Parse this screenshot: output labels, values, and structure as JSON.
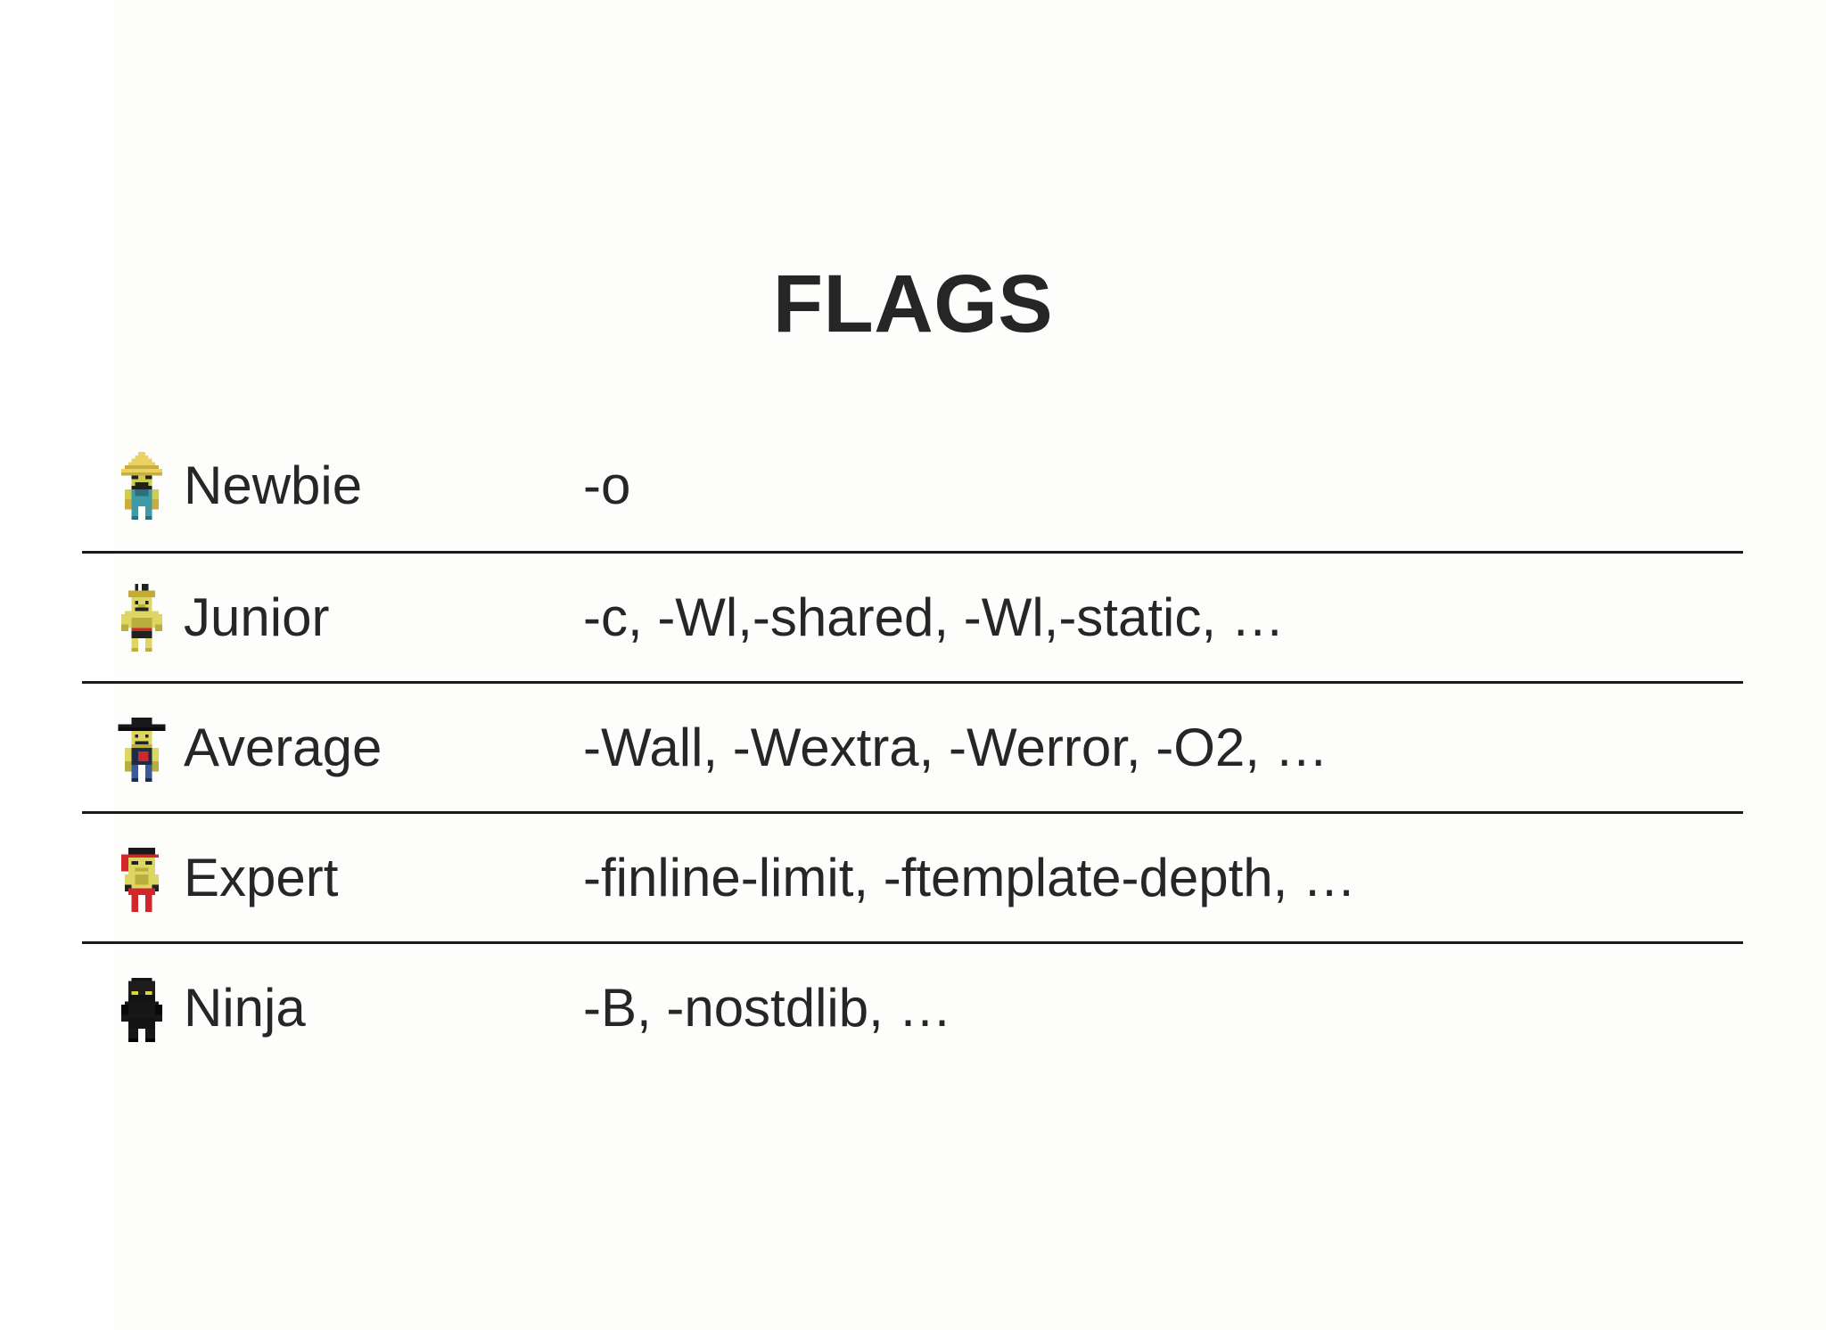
{
  "slide": {
    "title": "FLAGS",
    "background_color": "#ffffff",
    "text_color": "#262626",
    "divider_color": "#1a1a1a"
  },
  "table": {
    "rows": [
      {
        "level": "Newbie",
        "flags": "-o",
        "avatar_name": "farmer-straw-hat-pixel-character",
        "avatar_colors": {
          "hat": "#e8d264",
          "hat_shade": "#c9ae3f",
          "skin": "#cfcc4f",
          "body": "#3f9aa6",
          "body_dark": "#2c6f7c",
          "outline": "#1e2320"
        }
      },
      {
        "level": "Junior",
        "flags": "-c, -Wl,-shared, -Wl,-static, …",
        "avatar_name": "sumo-wrestler-pixel-character",
        "avatar_colors": {
          "hat": "#e2cf57",
          "hat_shade": "#c4ab35",
          "skin": "#ded663",
          "body": "#ded663",
          "body_dark": "#b8ad3e",
          "outline": "#1e2320",
          "accent": "#d1262b"
        }
      },
      {
        "level": "Average",
        "flags": "-Wall, -Wextra, -Werror, -O2, …",
        "avatar_name": "cowboy-hat-pixel-character",
        "avatar_colors": {
          "hat": "#17171c",
          "hat_shade": "#0c0c10",
          "skin": "#ded663",
          "body": "#1f2a44",
          "body_dark": "#3c5b96",
          "outline": "#1e2320",
          "accent": "#d1262b"
        }
      },
      {
        "level": "Expert",
        "flags": "-finline-limit, -ftemplate-depth, …",
        "avatar_name": "headband-fighter-pixel-character",
        "avatar_colors": {
          "hat": "#17171c",
          "hat_shade": "#0c0c10",
          "skin": "#ded663",
          "body": "#ded663",
          "body_dark": "#b8ad3e",
          "outline": "#1e2320",
          "accent": "#d1262b"
        }
      },
      {
        "level": "Ninja",
        "flags": "-B, -nostdlib, …",
        "avatar_name": "ninja-pixel-character",
        "avatar_colors": {
          "hat": "#131313",
          "hat_shade": "#050505",
          "skin": "#1d1d1d",
          "body": "#171717",
          "body_dark": "#090909",
          "outline": "#000000",
          "accent": "#d9d93c"
        }
      }
    ]
  }
}
